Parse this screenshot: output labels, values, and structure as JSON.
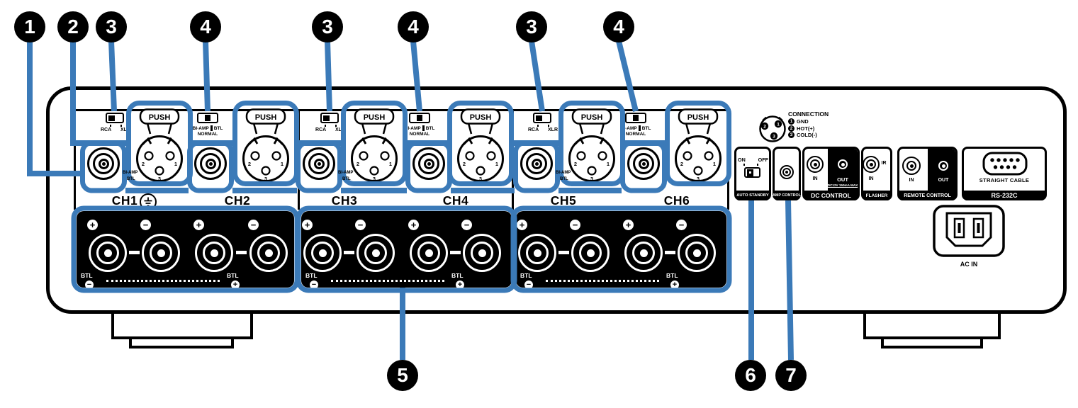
{
  "title": "amplifier-rear-panel-diagram",
  "colors": {
    "accent_blue": "#3b7ab8",
    "panel_black": "#000000"
  },
  "callouts": {
    "top": [
      "1",
      "2",
      "3",
      "4",
      "3",
      "4",
      "3",
      "4"
    ],
    "bottom": [
      "5",
      "6",
      "7"
    ]
  },
  "input_section": {
    "xlr": {
      "push": "PUSH",
      "pin_left": "2",
      "pin_right": "1",
      "pin_bottom": "3"
    },
    "input_select_switch": {
      "left": "RCA",
      "right": "XLR"
    },
    "mode_switch": {
      "left": "BI-AMP",
      "right": "BTL",
      "bottom": "NORMAL"
    },
    "rca_note": {
      "line1": "BI-AMP",
      "line2": "BTL"
    },
    "channel_labels": [
      "CH1",
      "CH2",
      "CH3",
      "CH4",
      "CH5",
      "CH6"
    ]
  },
  "speaker_section": {
    "plus": "+",
    "minus": "−",
    "btl": "BTL",
    "btl_minus": "−",
    "btl_plus": "+"
  },
  "control_section": {
    "auto_standby": {
      "on": "ON",
      "off": "OFF",
      "label": "AUTO STANDBY"
    },
    "amp_control": {
      "label": "AMP CONTROL"
    },
    "dc_control": {
      "in": "IN",
      "out": "OUT",
      "rating": "DC12V 150mA MAX",
      "label": "DC CONTROL"
    },
    "flasher": {
      "ir": "IR",
      "in": "IN",
      "label": "FLASHER"
    },
    "remote_control": {
      "in": "IN",
      "out": "OUT",
      "label": "REMOTE CONTROL"
    },
    "rs232c": {
      "connector_note": "STRAIGHT CABLE",
      "label": "RS-232C"
    },
    "ac_inlet": {
      "label": "AC IN"
    },
    "xlr_legend": {
      "title": "CONNECTION",
      "pin1": "1",
      "pin2": "2",
      "pin3": "3",
      "items": [
        {
          "num": "1",
          "text": "GND"
        },
        {
          "num": "2",
          "text": "HOT(+)"
        },
        {
          "num": "3",
          "text": "COLD(-)"
        }
      ]
    }
  }
}
